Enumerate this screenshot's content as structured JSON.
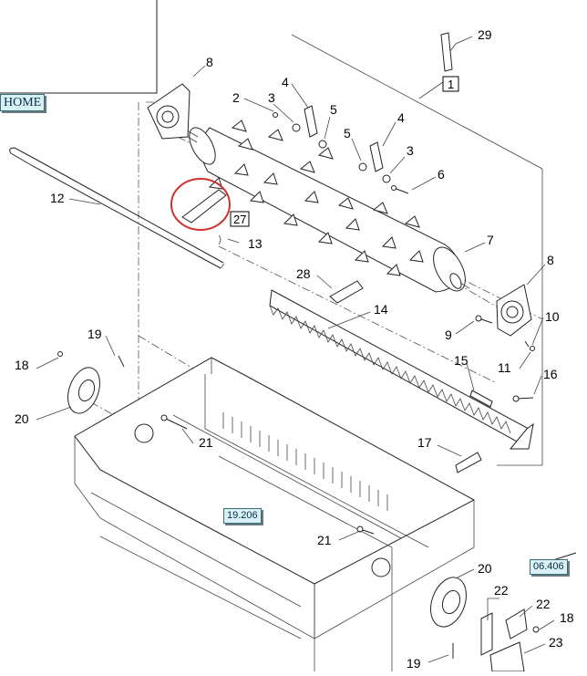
{
  "navigation": {
    "home_label": "HOME",
    "links": [
      "19.206",
      "06.406"
    ]
  },
  "diagram": {
    "assembly_ref": "1",
    "highlighted_part": "27",
    "callouts": [
      "29",
      "8",
      "2",
      "3",
      "4",
      "5",
      "5",
      "4",
      "3",
      "6",
      "7",
      "12",
      "27",
      "13",
      "28",
      "8",
      "14",
      "9",
      "10",
      "11",
      "19",
      "18",
      "15",
      "16",
      "20",
      "21",
      "17",
      "21",
      "20",
      "22",
      "22",
      "18",
      "23",
      "19"
    ],
    "highlight_color": "#d0312d"
  }
}
